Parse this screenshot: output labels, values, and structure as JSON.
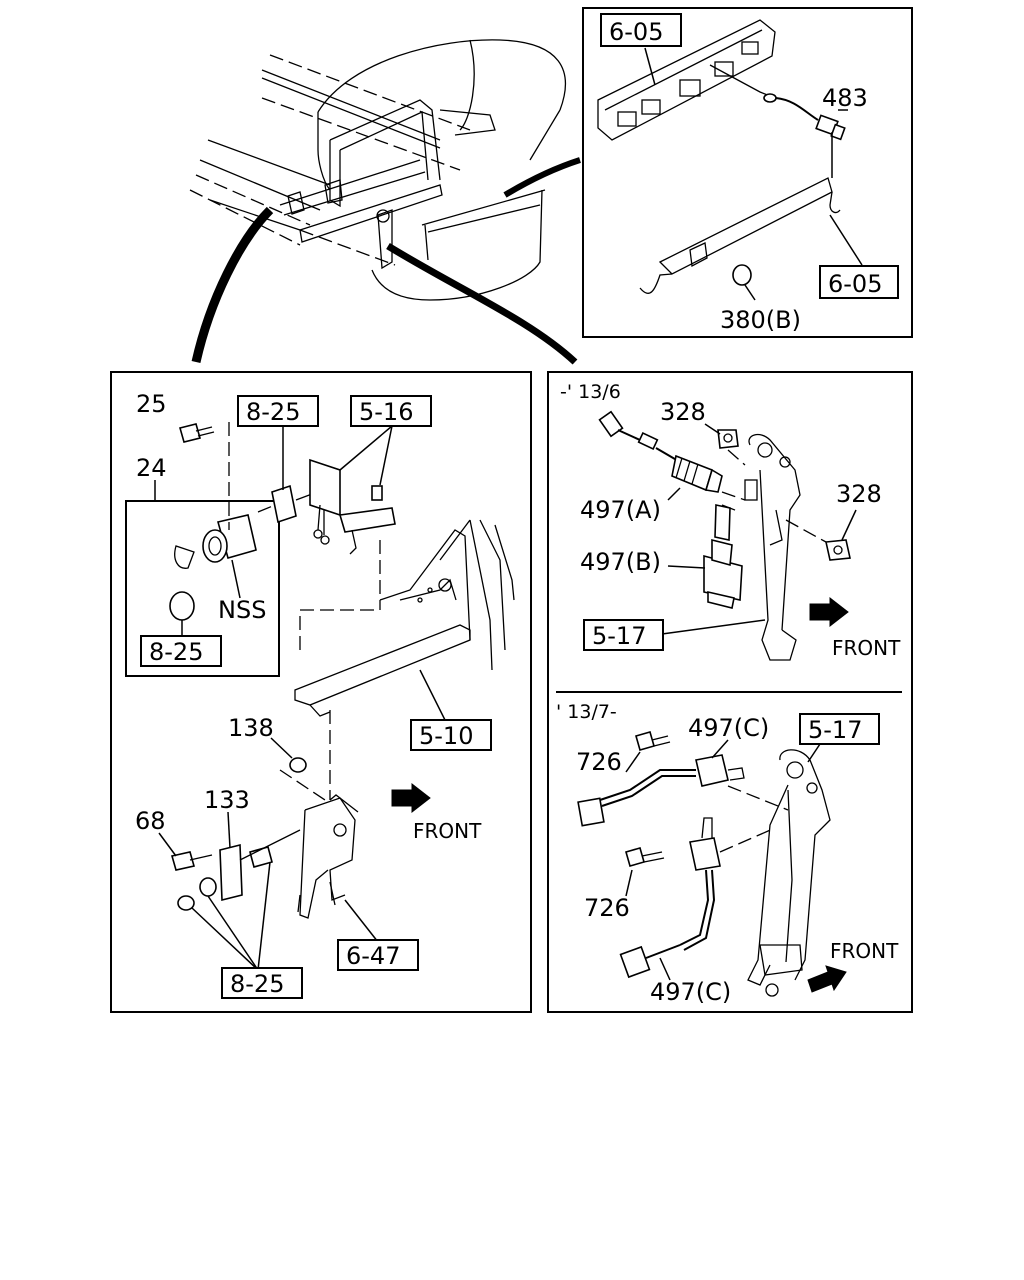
{
  "top_panel": {
    "ref_top": "6-05",
    "callout_483": "483",
    "ref_bottom": "6-05",
    "callout_380b": "380(B)"
  },
  "left_panel": {
    "callout_25": "25",
    "ref_8_25_top": "8-25",
    "ref_5_16": "5-16",
    "callout_24": "24",
    "nss": "NSS",
    "ref_8_25_inner": "8-25",
    "ref_5_10": "5-10",
    "callout_138": "138",
    "callout_133": "133",
    "callout_68": "68",
    "front_label": "FRONT",
    "ref_6_47": "6-47",
    "ref_8_25_bottom": "8-25"
  },
  "right_top_panel": {
    "period": "-' 13/6",
    "callout_328_top": "328",
    "callout_328_right": "328",
    "callout_497a": "497(A)",
    "callout_497b": "497(B)",
    "ref_5_17": "5-17",
    "front_label": "FRONT"
  },
  "right_bottom_panel": {
    "period": "' 13/7-",
    "callout_497c_top": "497(C)",
    "ref_5_17": "5-17",
    "callout_726_top": "726",
    "callout_726_bottom": "726",
    "front_label": "FRONT",
    "callout_497c_bottom": "497(C)"
  }
}
